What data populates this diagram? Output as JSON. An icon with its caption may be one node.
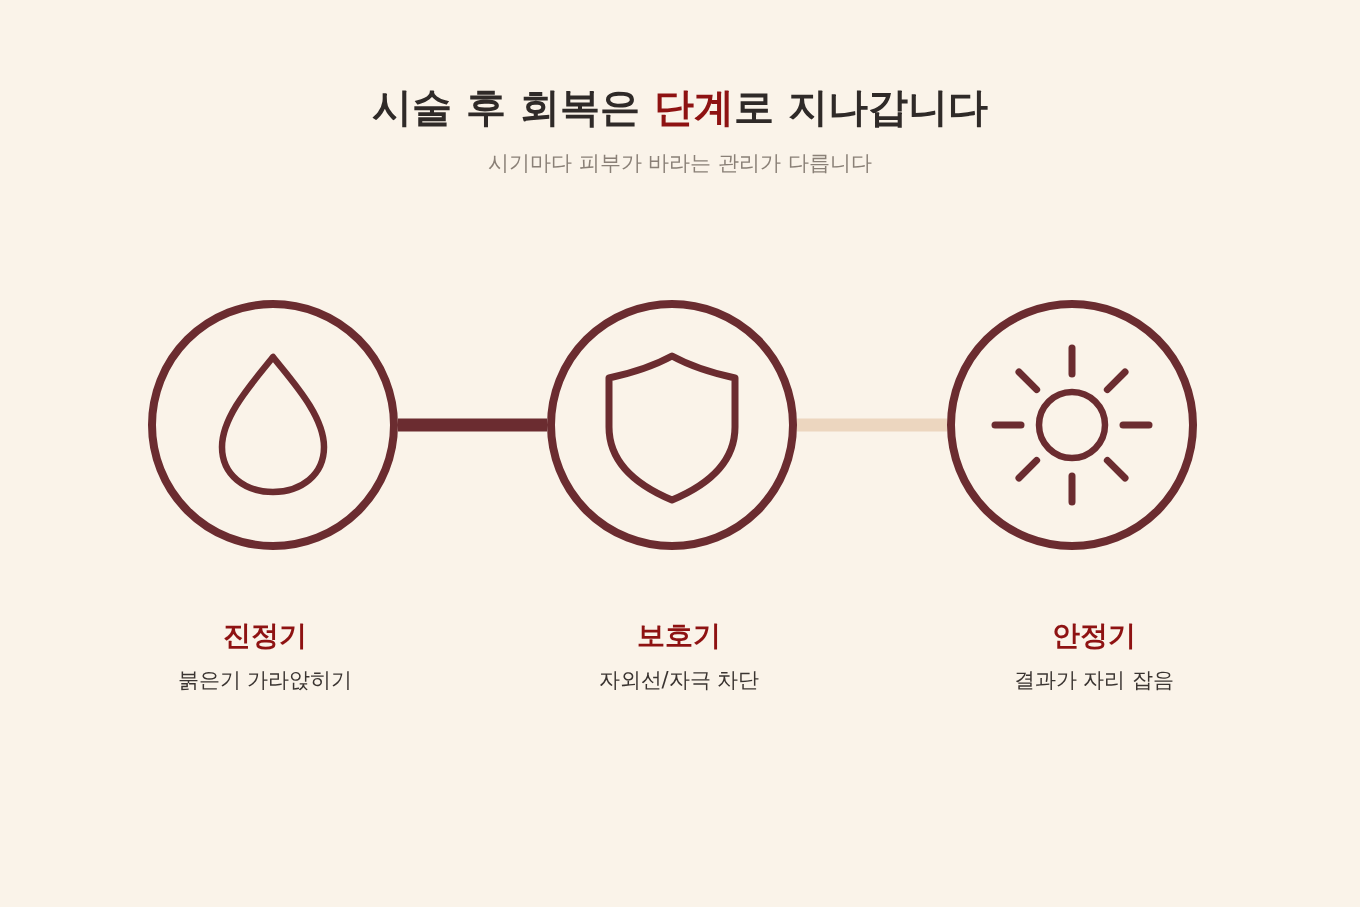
{
  "diagram": {
    "title": "시술 후 회복은 **단계**로 지나갑니다",
    "nodes": [
      {
        "text": [],
        "shape": "circle",
        "beside": [
          "진정기",
          "붉은기 가라앉히기"
        ]
      },
      {
        "text": [],
        "shape": "circle",
        "beside": [
          "보호기",
          "자외선/자극 차단"
        ]
      },
      {
        "text": [],
        "shape": "circle",
        "beside": [
          "안정기",
          "결과가 자리 잡음"
        ]
      }
    ],
    "edges": [
      {
        "from": 0,
        "to": 1,
        "arrow": "none"
      },
      {
        "from": 1,
        "to": 2,
        "arrow": "none",
        "color": "#ecd6bf"
      }
    ],
    "labels": [
      "시기마다 피부가 바라는 관리가 다릅니다"
    ]
  }
}
